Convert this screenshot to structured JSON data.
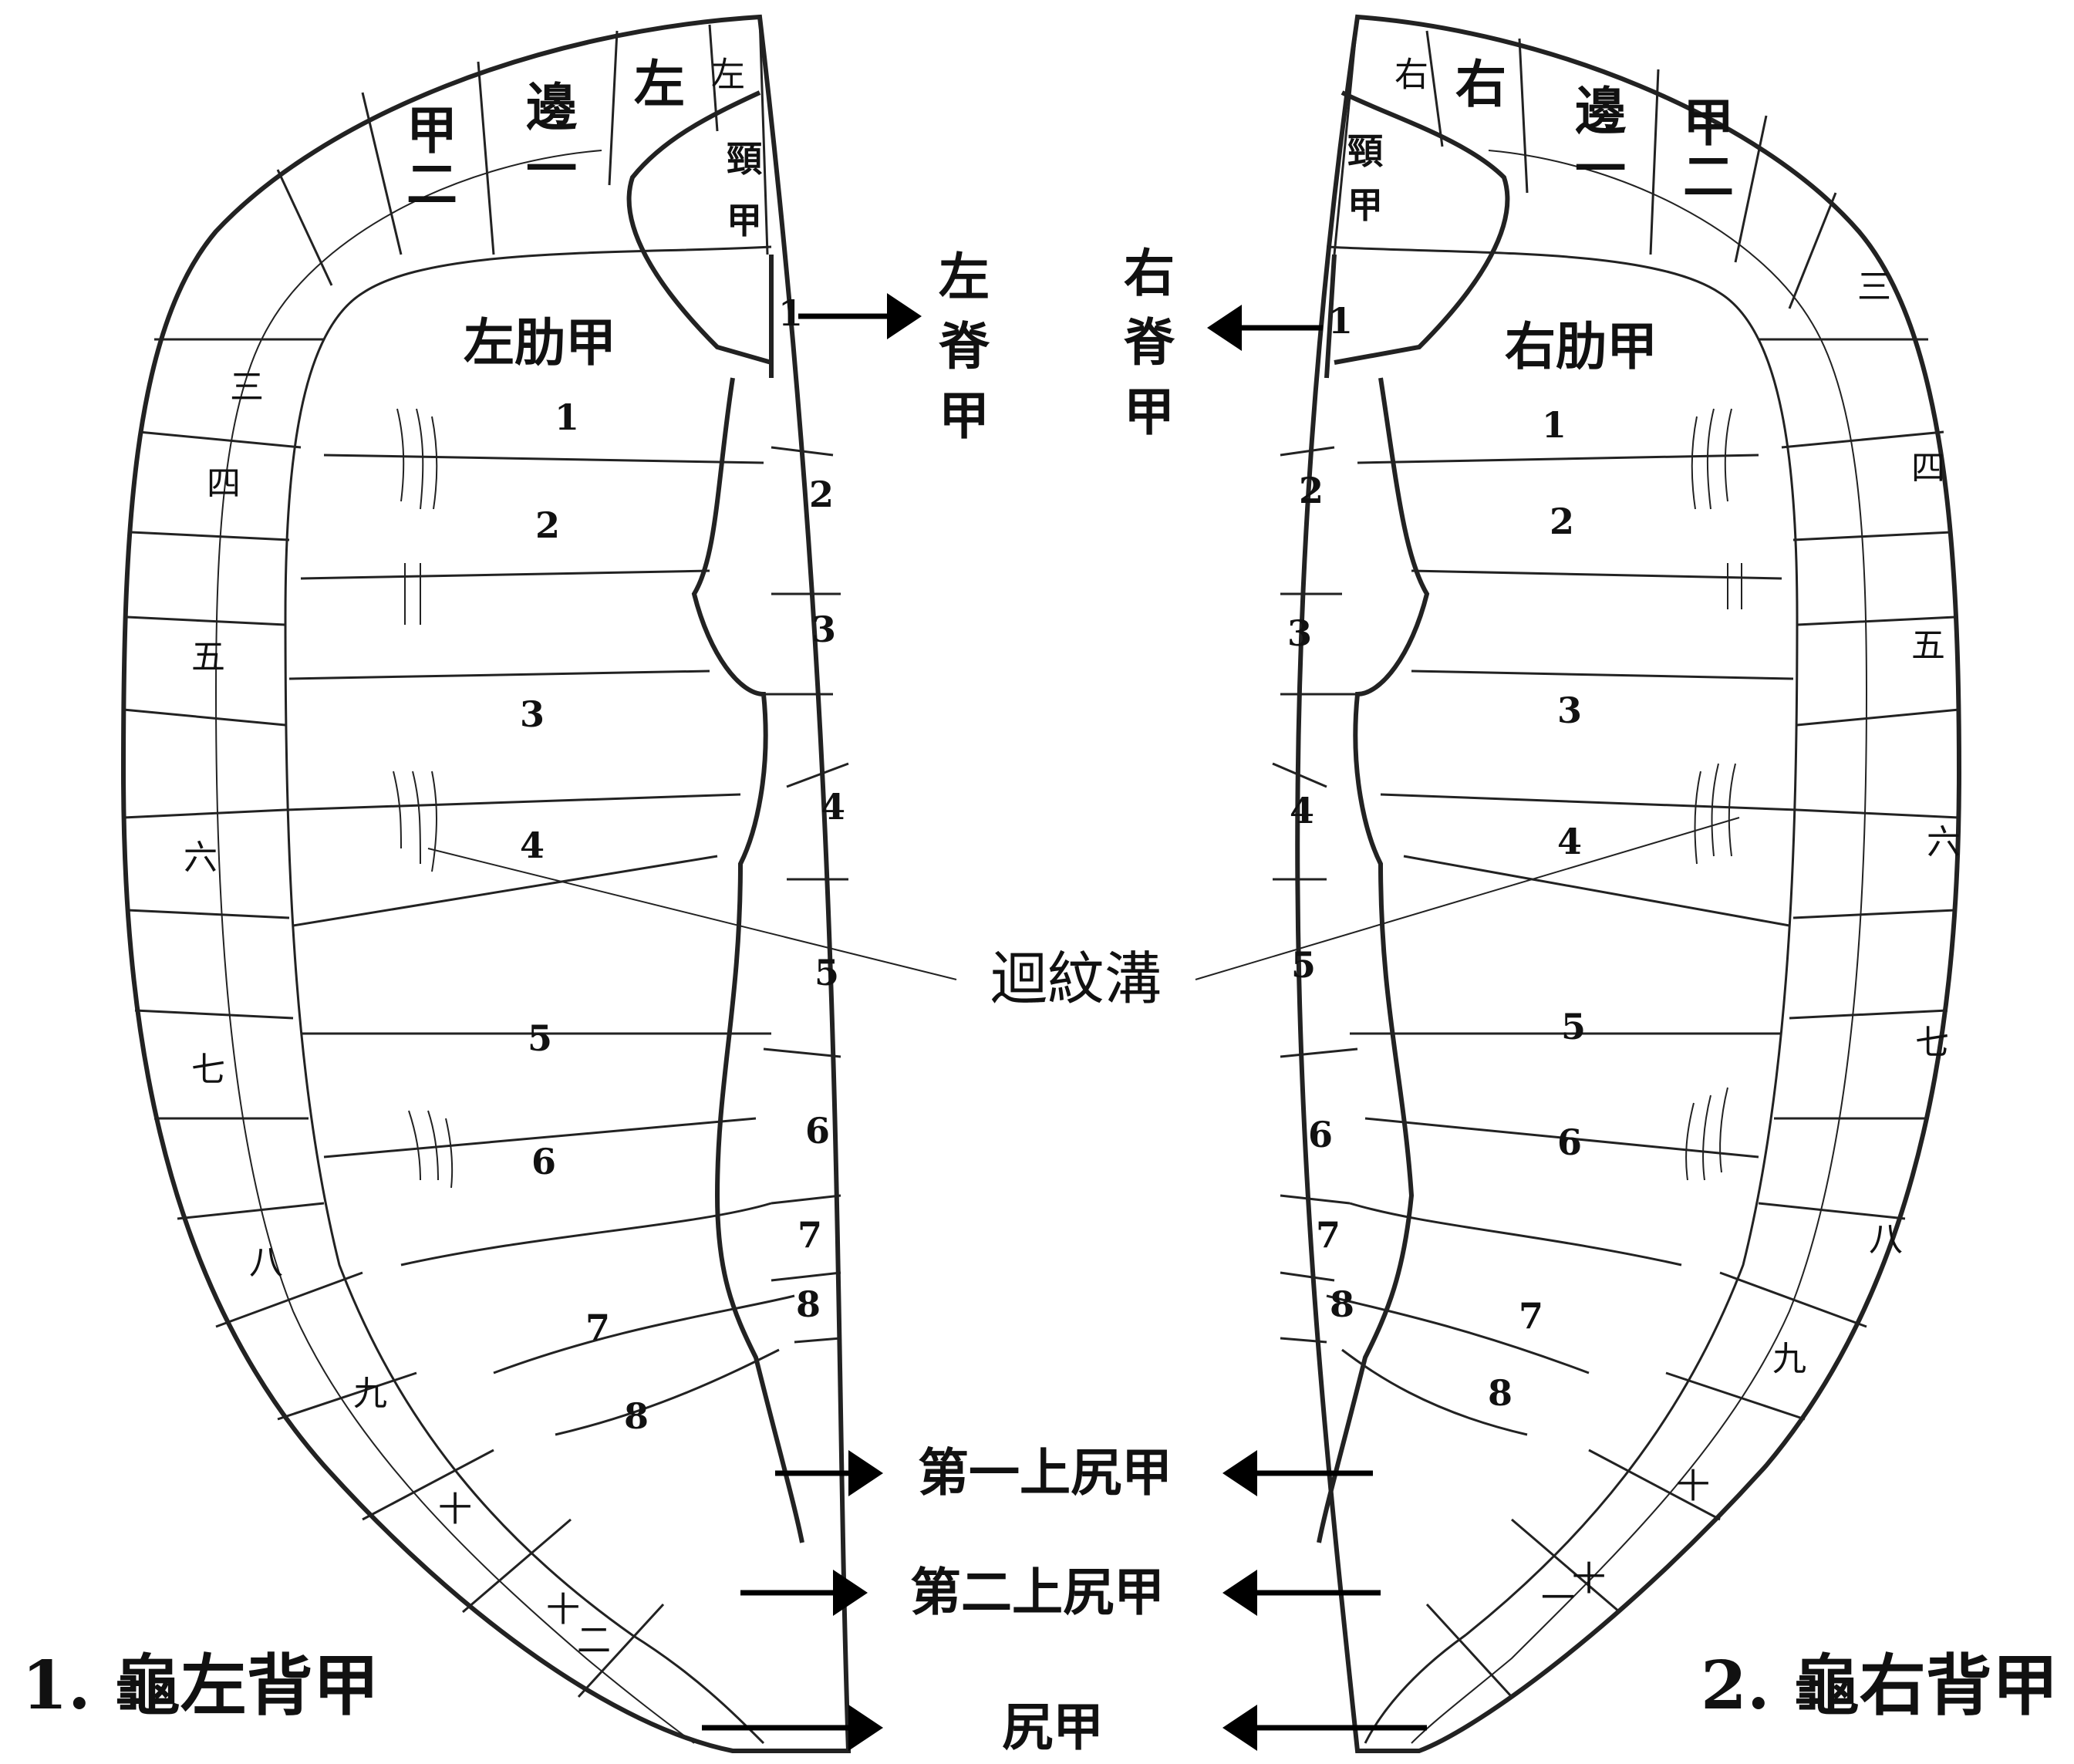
{
  "left_shell": {
    "marginal_scutes": [
      "左",
      "左",
      "邊",
      "一",
      "甲",
      "二",
      "三",
      "四",
      "五",
      "六",
      "七",
      "八",
      "九",
      "十",
      "十",
      "二"
    ],
    "neck_scute": [
      "頸",
      "甲"
    ],
    "costal_title": "左肋甲",
    "costal_numbers": [
      "1",
      "2",
      "3",
      "4",
      "5",
      "6",
      "7",
      "8"
    ],
    "vertebral_numbers": [
      "1",
      "2",
      "3",
      "4",
      "5",
      "6",
      "7",
      "8"
    ],
    "vertebral_label": [
      "左",
      "脊",
      "甲"
    ],
    "caption": "1. 龜左背甲"
  },
  "right_shell": {
    "marginal_scutes": [
      "右",
      "右",
      "邊",
      "一",
      "甲",
      "二",
      "三",
      "四",
      "五",
      "六",
      "七",
      "八",
      "九",
      "十",
      "一",
      "十"
    ],
    "neck_scute": [
      "頸",
      "甲"
    ],
    "costal_title": "右肋甲",
    "costal_numbers": [
      "1",
      "2",
      "3",
      "4",
      "5",
      "6",
      "7",
      "8"
    ],
    "vertebral_numbers": [
      "1",
      "2",
      "3",
      "4",
      "5",
      "6",
      "7",
      "8"
    ],
    "vertebral_label": [
      "右",
      "脊",
      "甲"
    ],
    "caption": "2. 龜右背甲"
  },
  "center_labels": {
    "groove": "迴紋溝",
    "supracaudal_1": "第一上尻甲",
    "supracaudal_2": "第二上尻甲",
    "caudal": "尻甲"
  }
}
